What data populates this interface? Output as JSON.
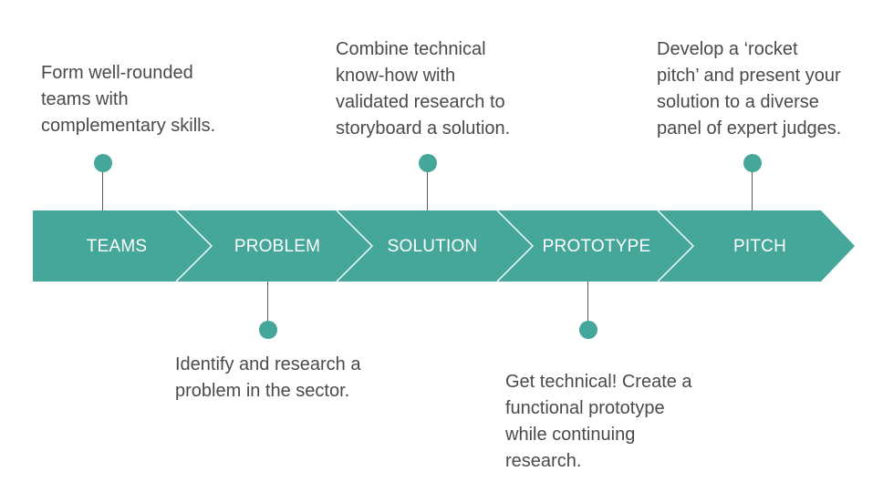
{
  "colors": {
    "band": "#45a69a",
    "band_divider": "#ffffff",
    "dot": "#45a69a",
    "connector": "#5a5a5a",
    "description_text": "#4a4a4a",
    "step_text": "#ffffff"
  },
  "steps": [
    {
      "label": "TEAMS",
      "description": "Form well-rounded\nteams with\ncomplementary skills."
    },
    {
      "label": "PROBLEM",
      "description": "Identify and research a\nproblem in the sector."
    },
    {
      "label": "SOLUTION",
      "description": "Combine technical\nknow-how with\nvalidated research to\nstoryboard a solution."
    },
    {
      "label": "PROTOTYPE",
      "description": "Get technical! Create a\nfunctional prototype\nwhile continuing\nresearch."
    },
    {
      "label": "PITCH",
      "description": "Develop a ‘rocket\npitch’ and present your\nsolution to a diverse\npanel of expert judges."
    }
  ]
}
